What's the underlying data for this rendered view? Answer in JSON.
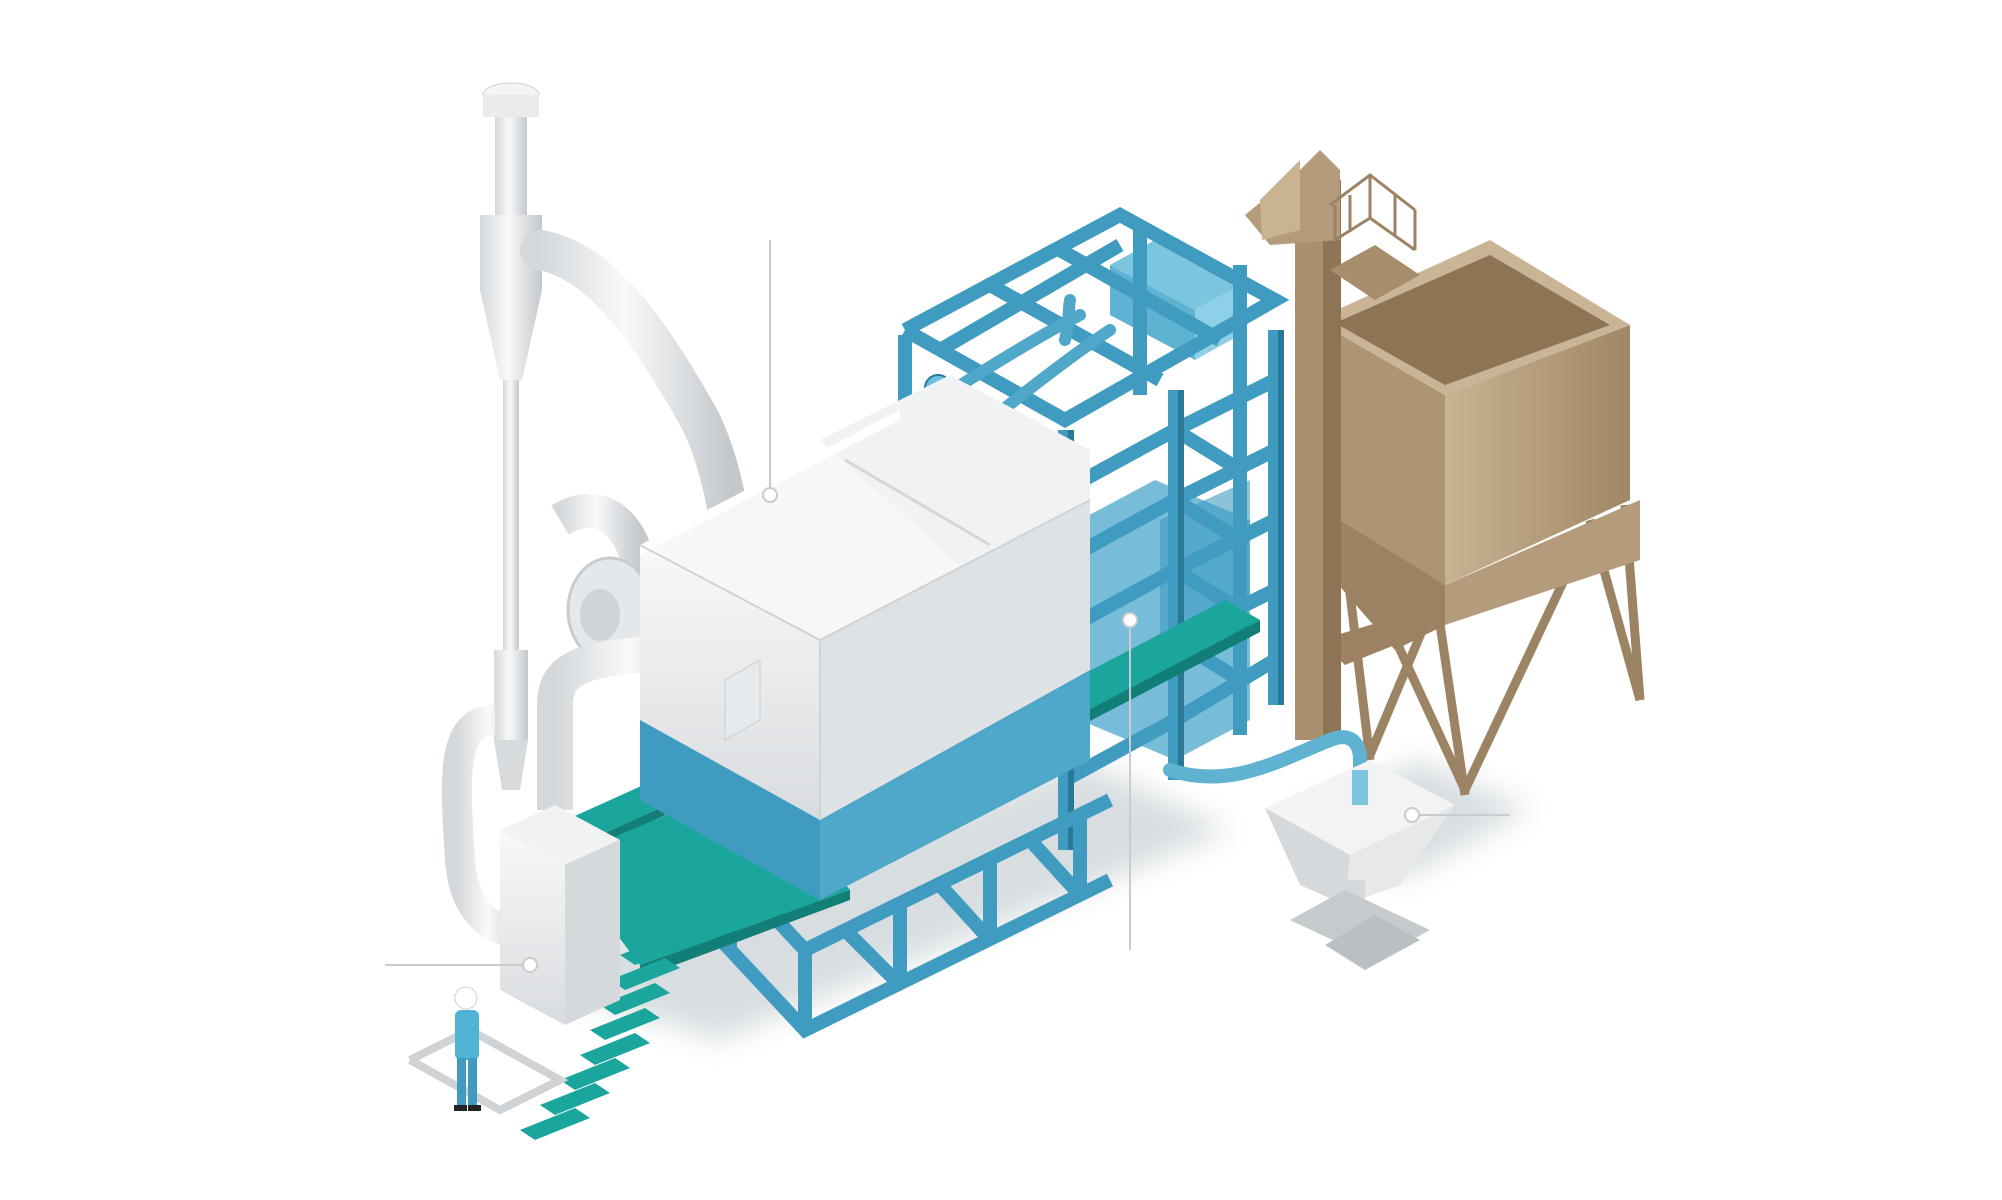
{
  "image": {
    "background": "#ffffff"
  },
  "colors": {
    "frame_blue": "#3f9bbf",
    "frame_blue_dark": "#2a7898",
    "walkway_teal": "#1aa69c",
    "walkway_teal_dark": "#117f78",
    "equipment_white": "#eceeef",
    "equipment_shade": "#c9cdd0",
    "silo_tan": "#b39b7b",
    "silo_tan_dark": "#8c7455",
    "callout_line": "#c8cccf"
  },
  "components": [
    {
      "id": "cyclone-dust-collector",
      "color": "#eceeef"
    },
    {
      "id": "main-dryer-unit",
      "color": "#eceeef"
    },
    {
      "id": "steel-support-frame",
      "color": "#3f9bbf"
    },
    {
      "id": "bucket-elevator",
      "color": "#b39b7b"
    },
    {
      "id": "storage-silo",
      "color": "#b39b7b"
    },
    {
      "id": "discharge-hopper",
      "color": "#eceeef"
    },
    {
      "id": "burner-box",
      "color": "#eceeef"
    },
    {
      "id": "walkway-platform",
      "color": "#1aa69c"
    },
    {
      "id": "worker-figure",
      "color": "#4fb3d6"
    }
  ],
  "callouts": [
    {
      "id": "callout-main-dryer-top",
      "label": ""
    },
    {
      "id": "callout-frame-chamber",
      "label": ""
    },
    {
      "id": "callout-discharge-hopper",
      "label": ""
    },
    {
      "id": "callout-burner-box",
      "label": ""
    }
  ]
}
